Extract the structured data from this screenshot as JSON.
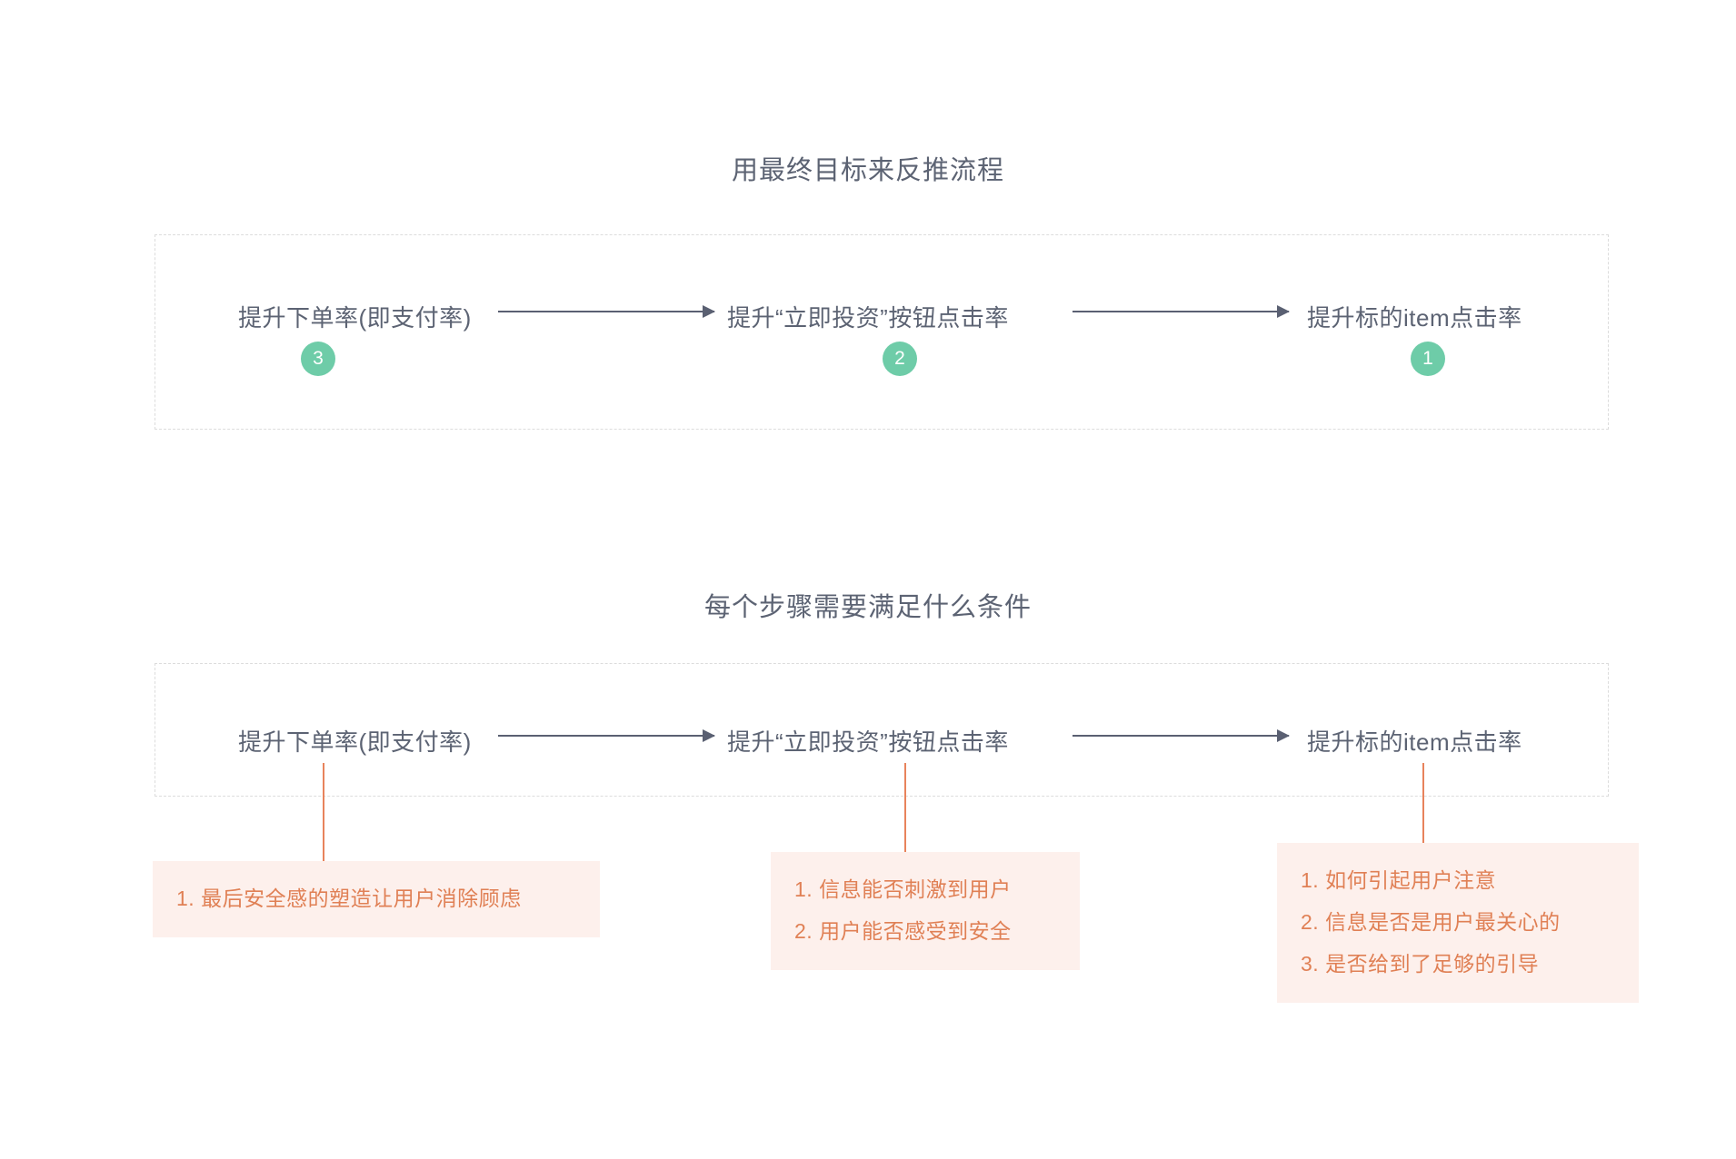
{
  "sections": [
    {
      "title": "用最终目标来反推流程",
      "nodes": [
        {
          "label": "提升下单率(即支付率)",
          "badge": "3"
        },
        {
          "label": "提升“立即投资”按钮点击率",
          "badge": "2"
        },
        {
          "label": "提升标的item点击率",
          "badge": "1"
        }
      ]
    },
    {
      "title": "每个步骤需要满足什么条件",
      "nodes": [
        {
          "label": "提升下单率(即支付率)"
        },
        {
          "label": "提升“立即投资”按钮点击率"
        },
        {
          "label": "提升标的item点击率"
        }
      ],
      "notes": [
        {
          "lines": [
            "1. 最后安全感的塑造让用户消除顾虑"
          ]
        },
        {
          "lines": [
            "1. 信息能否刺激到用户",
            "2. 用户能否感受到安全"
          ]
        },
        {
          "lines": [
            "1. 如何引起用户注意",
            "2. 信息是否是用户最关心的",
            "3. 是否给到了足够的引导"
          ]
        }
      ]
    }
  ],
  "colors": {
    "badge_green": "#6ecca8",
    "note_text": "#e08055",
    "note_background": "#fdf0ec",
    "connector_orange": "#e8835c",
    "arrow": "#5a6072",
    "text": "#5c6373",
    "dashed_border": "#dcdcdc"
  }
}
